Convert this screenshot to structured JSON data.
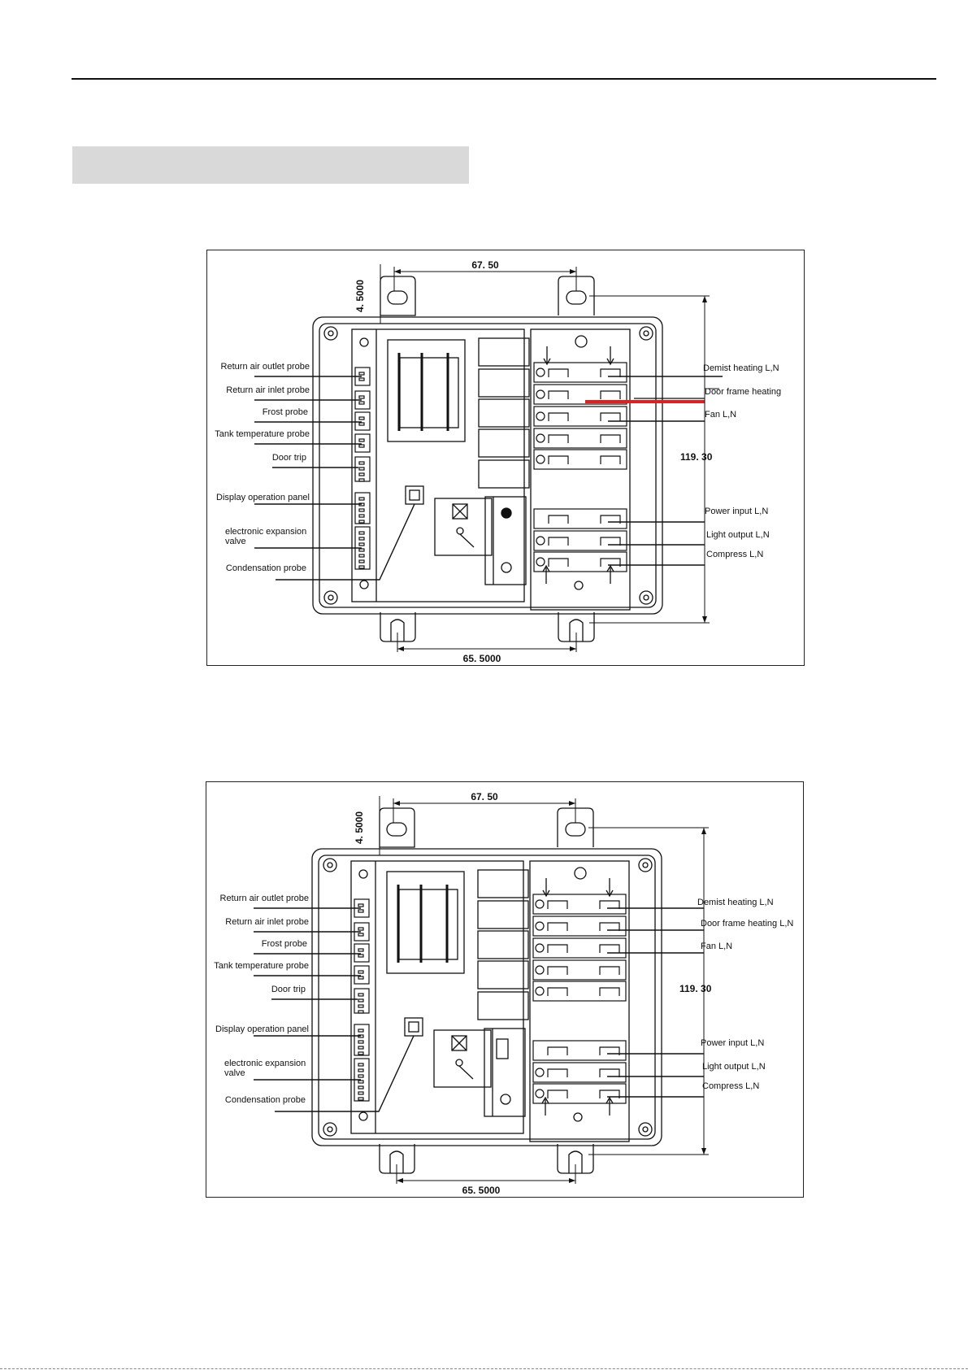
{
  "page": {
    "accent_color": "#e02020"
  },
  "diagrams": [
    {
      "dimensions": {
        "top_width": "67. 50",
        "bottom_width": "65. 5000",
        "height": "119. 30",
        "offset": "4. 5000"
      },
      "left_labels": [
        "Return air outlet probe",
        "Return air inlet probe",
        "Frost probe",
        "Tank temperature probe",
        "Door trip",
        "Display operation panel",
        "electronic expansion",
        "valve",
        "Condensation probe"
      ],
      "right_labels": [
        "Demist heating L,N",
        "Door frame heating",
        "Fan L,N",
        "Power input L,N",
        "Light output L,N",
        "Compress L,N"
      ]
    },
    {
      "dimensions": {
        "top_width": "67. 50",
        "bottom_width": "65. 5000",
        "height": "119. 30",
        "offset": "4. 5000"
      },
      "left_labels": [
        "Return air outlet probe",
        "Return air inlet probe",
        "Frost probe",
        "Tank temperature probe",
        "Door trip",
        "Display operation panel",
        "electronic expansion",
        "valve",
        "Condensation probe"
      ],
      "right_labels": [
        "Demist heating L,N",
        "Door frame heating L,N",
        "Fan L,N",
        "Power input L,N",
        "Light output L,N",
        "Compress L,N"
      ]
    }
  ]
}
